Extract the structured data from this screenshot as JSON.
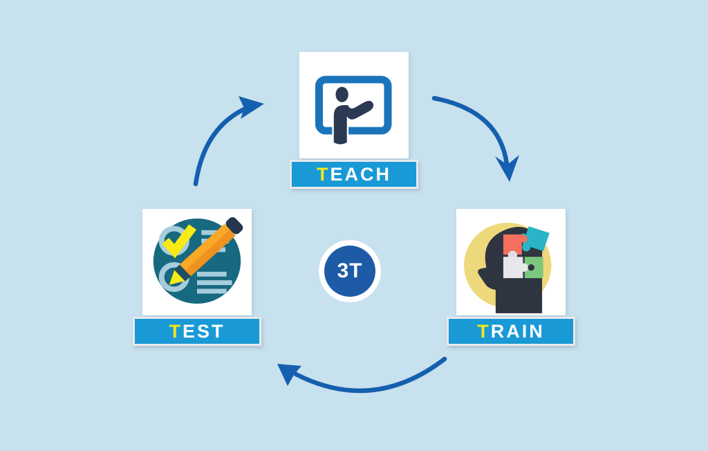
{
  "diagram": {
    "name": "3T cycle diagram",
    "center_label": "3T",
    "nodes": [
      {
        "id": "teach",
        "label_first": "T",
        "label_rest": "EACH",
        "icon": "presentation-teacher-icon"
      },
      {
        "id": "train",
        "label_first": "T",
        "label_rest": "RAIN",
        "icon": "head-puzzle-icon"
      },
      {
        "id": "test",
        "label_first": "T",
        "label_rest": "EST",
        "icon": "checklist-pencil-icon"
      }
    ],
    "arrows": [
      {
        "name": "arrow-teach-to-train",
        "from": "TEACH",
        "to": "TRAIN"
      },
      {
        "name": "arrow-train-to-test",
        "from": "TRAIN",
        "to": "TEST"
      },
      {
        "name": "arrow-test-to-teach",
        "from": "TEST",
        "to": "TEACH"
      }
    ]
  },
  "colors": {
    "background": "#c8e1ee",
    "banner_blue": "#1999d6",
    "accent_yellow": "#f3e81c",
    "arrow_blue": "#1560ae",
    "center_circle_blue": "#1d5ba7",
    "label_text_white": "#ffffff"
  }
}
